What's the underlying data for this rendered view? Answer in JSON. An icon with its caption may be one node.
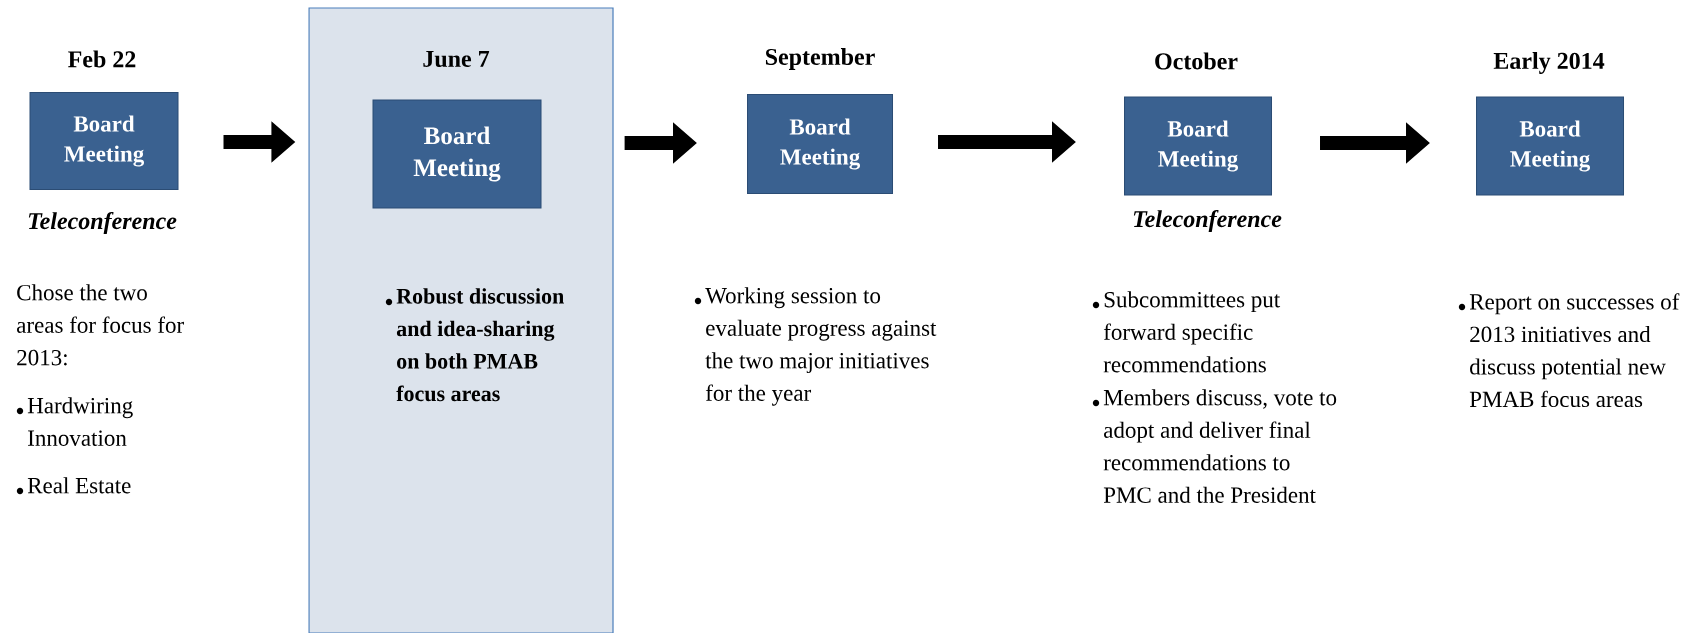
{
  "diagram": {
    "nodes": [
      {
        "text": [
          "Board Meeting"
        ],
        "beside": [
          "Feb 22",
          "Teleconference"
        ]
      },
      {
        "text": [
          "June 7",
          "Robust discussion and idea-sharing on both PMAB focus areas"
        ]
      },
      {
        "text": [
          "Board Meeting"
        ],
        "in": 1
      },
      {
        "text": [
          "Board Meeting"
        ],
        "beside": [
          "September"
        ]
      },
      {
        "text": [
          "Board Meeting"
        ],
        "beside": [
          "October",
          "Teleconference"
        ]
      },
      {
        "text": [
          "Board Meeting"
        ],
        "beside": [
          "Early 2014"
        ]
      }
    ],
    "edges": [
      {
        "from": 0,
        "to": 1,
        "arrow": "to"
      },
      {
        "from": 1,
        "to": 3,
        "arrow": "to"
      },
      {
        "from": 3,
        "to": 4,
        "arrow": "to"
      },
      {
        "from": 4,
        "to": 5,
        "arrow": "to"
      }
    ],
    "labels": [
      "Chose the two areas for focus for 2013:",
      "Hardwiring Innovation",
      "Real Estate",
      "Working session to evaluate progress against the two major initiatives for the year",
      "Subcommittees put forward  specific recommendations",
      "Members discuss, vote to adopt and deliver final recommendations to PMC and the President",
      "Report on successes of 2013 initiatives and discuss potential new PMAB focus areas"
    ]
  }
}
